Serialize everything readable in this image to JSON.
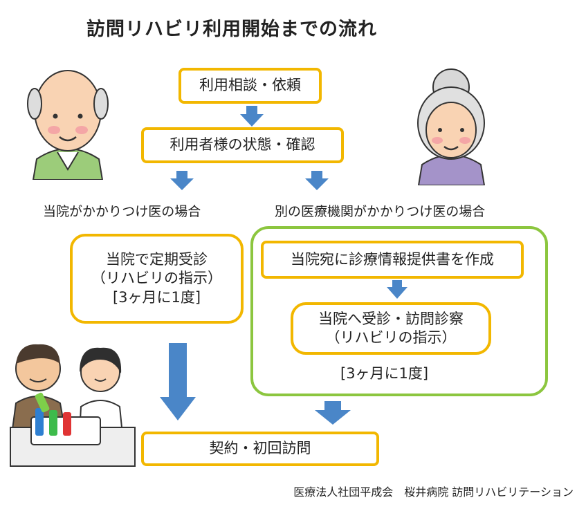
{
  "title": "訪問リハビリ利用開始までの流れ",
  "steps": {
    "consult": "利用相談・依頼",
    "check": "利用者様の状態・確認",
    "own_clinic_label": "当院がかかりつけ医の場合",
    "other_clinic_label": "別の医療機関がかかりつけ医の場合",
    "own_visit": "当院で定期受診\n（リハビリの指示）\n[3ヶ月に1度]",
    "referral_letter": "当院宛に診療情報提供書を作成",
    "other_visit": "当院へ受診・訪問診察\n（リハビリの指示）",
    "other_frequency": "[3ヶ月に1度]",
    "contract": "契約・初回訪問"
  },
  "footer": "医療法人社団平成会　桜井病院 訪問リハビリテーション",
  "colors": {
    "box_border": "#f2b700",
    "group_border": "#8cc63f",
    "arrow": "#4a86c8"
  }
}
